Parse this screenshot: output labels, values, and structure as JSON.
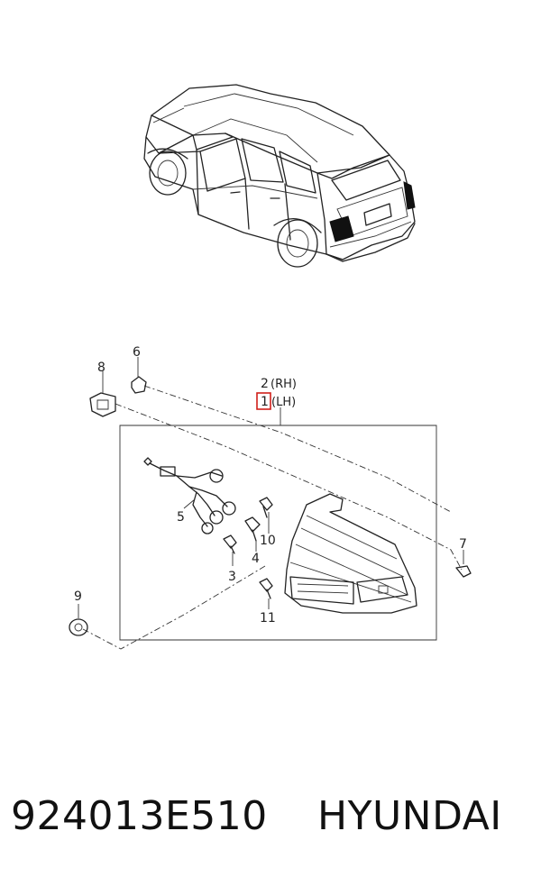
{
  "callouts": {
    "c1": "1",
    "c1_side": "(LH)",
    "c2": "2",
    "c2_side": "(RH)",
    "c3": "3",
    "c4": "4",
    "c5": "5",
    "c6": "6",
    "c7": "7",
    "c8": "8",
    "c9": "9",
    "c10": "10",
    "c11": "11"
  },
  "highlight_color": "#d0201a",
  "footer": {
    "part_number": "924013E510",
    "brand": "HYUNDAI"
  }
}
